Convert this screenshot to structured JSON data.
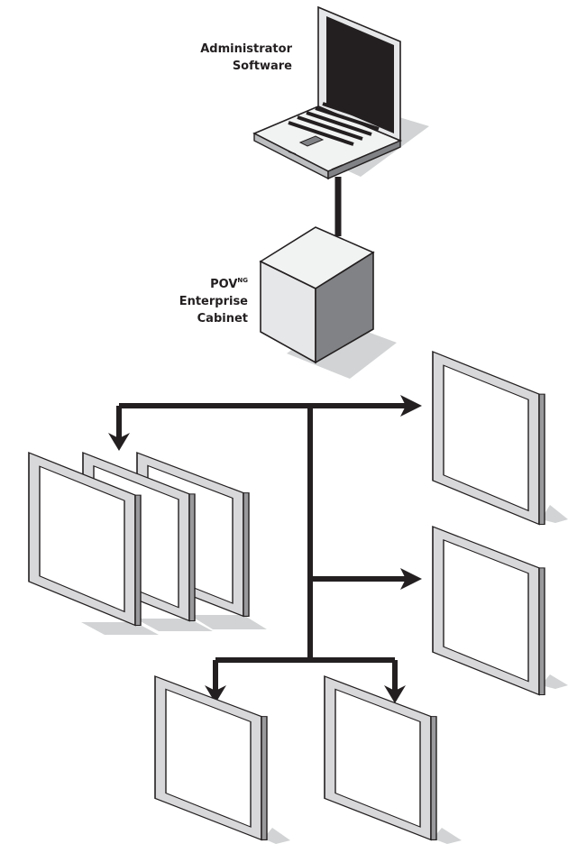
{
  "labels": {
    "admin_line1": "Administrator",
    "admin_line2": "Software",
    "cabinet_name": "POV",
    "cabinet_superscript": "NG",
    "cabinet_line2": "Enterprise",
    "cabinet_line3": "Cabinet"
  },
  "colors": {
    "stroke": "#231f20",
    "shadow": "#d1d3d4",
    "frame": "#d8d8da",
    "frame_side": "#9a9a9d",
    "screen": "#ffffff",
    "laptop_screen": "#231f20",
    "cabinet_front": "#e6e7e8",
    "cabinet_side": "#808285",
    "cabinet_top": "#f1f2f2",
    "cable": "#231f20"
  },
  "icons": [
    "laptop-icon",
    "server-cabinet-icon",
    "display-panel-icon",
    "arrow-icon"
  ],
  "display_count": 7
}
